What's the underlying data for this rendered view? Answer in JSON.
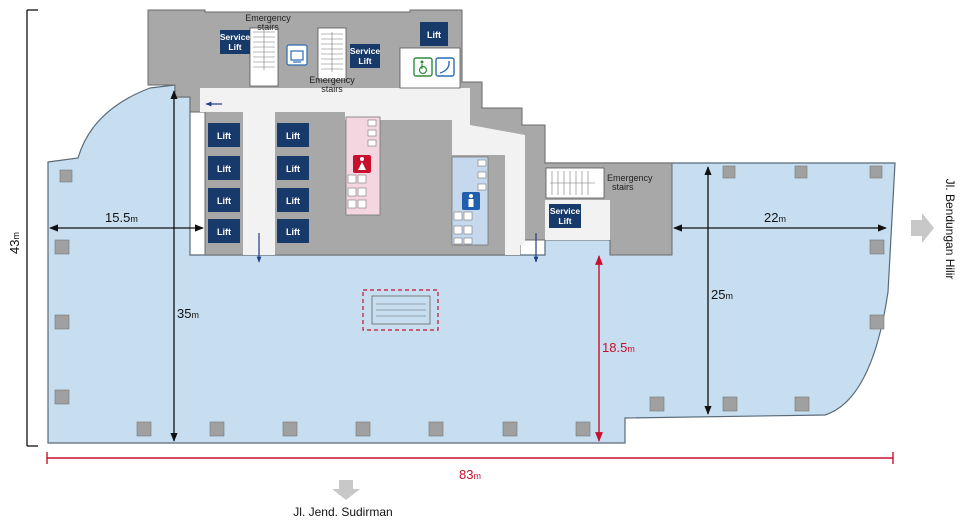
{
  "lifts": {
    "label": "Lift",
    "service_label_line1": "Service",
    "service_label_line2": "Lift"
  },
  "stairs": {
    "label_line1": "Emergency",
    "label_line2": "stairs"
  },
  "dimensions": {
    "left_width": "15.5",
    "right_width": "22",
    "left_depth": "35",
    "right_depth": "25",
    "center_depth": "18.5",
    "total_width": "83",
    "total_depth": "43",
    "unit": "m"
  },
  "streets": {
    "south": "Jl. Jend. Sudirman",
    "east": "Jl. Bendungan Hilir"
  },
  "icons": {
    "female": "female-restroom-icon",
    "male": "male-restroom-icon",
    "accessible": "wheelchair-icon",
    "pantry": "pantry-icon",
    "entry_arrows": "arrow-icon"
  },
  "colors": {
    "floor": "#c6def0",
    "core": "#a8a8a8",
    "corridor": "#f2f2f2",
    "lift": "#173a6b",
    "female_wc": "#f4d6e0",
    "male_wc": "#c5d8ee",
    "dimension_red": "#c8102e"
  }
}
